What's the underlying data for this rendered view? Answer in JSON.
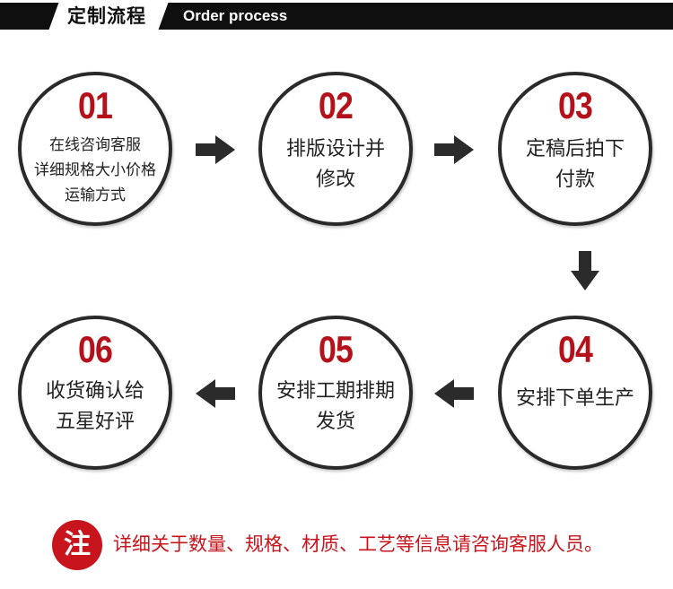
{
  "header": {
    "title_cn": "定制流程",
    "title_en": "Order process"
  },
  "steps": [
    {
      "number": "01",
      "lines": [
        "在线咨询客服",
        "详细规格大小价格",
        "运输方式"
      ]
    },
    {
      "number": "02",
      "lines": [
        "排版设计并",
        "修改"
      ]
    },
    {
      "number": "03",
      "lines": [
        "定稿后拍下",
        "付款"
      ]
    },
    {
      "number": "04",
      "lines": [
        "安排下单生产"
      ]
    },
    {
      "number": "05",
      "lines": [
        "安排工期排期",
        "发货"
      ]
    },
    {
      "number": "06",
      "lines": [
        "收货确认给",
        "五星好评"
      ]
    }
  ],
  "arrows": [
    "arrow-right",
    "arrow-right",
    "arrow-down",
    "arrow-left",
    "arrow-left"
  ],
  "note": {
    "badge": "注",
    "text": "详细关于数量、规格、材质、工艺等信息请咨询客服人员。"
  },
  "colors": {
    "accent": "#b5111a",
    "header_bar": "#0f0f0f",
    "circle_border": "#2a2a2a",
    "arrow": "#2b2b2b"
  }
}
